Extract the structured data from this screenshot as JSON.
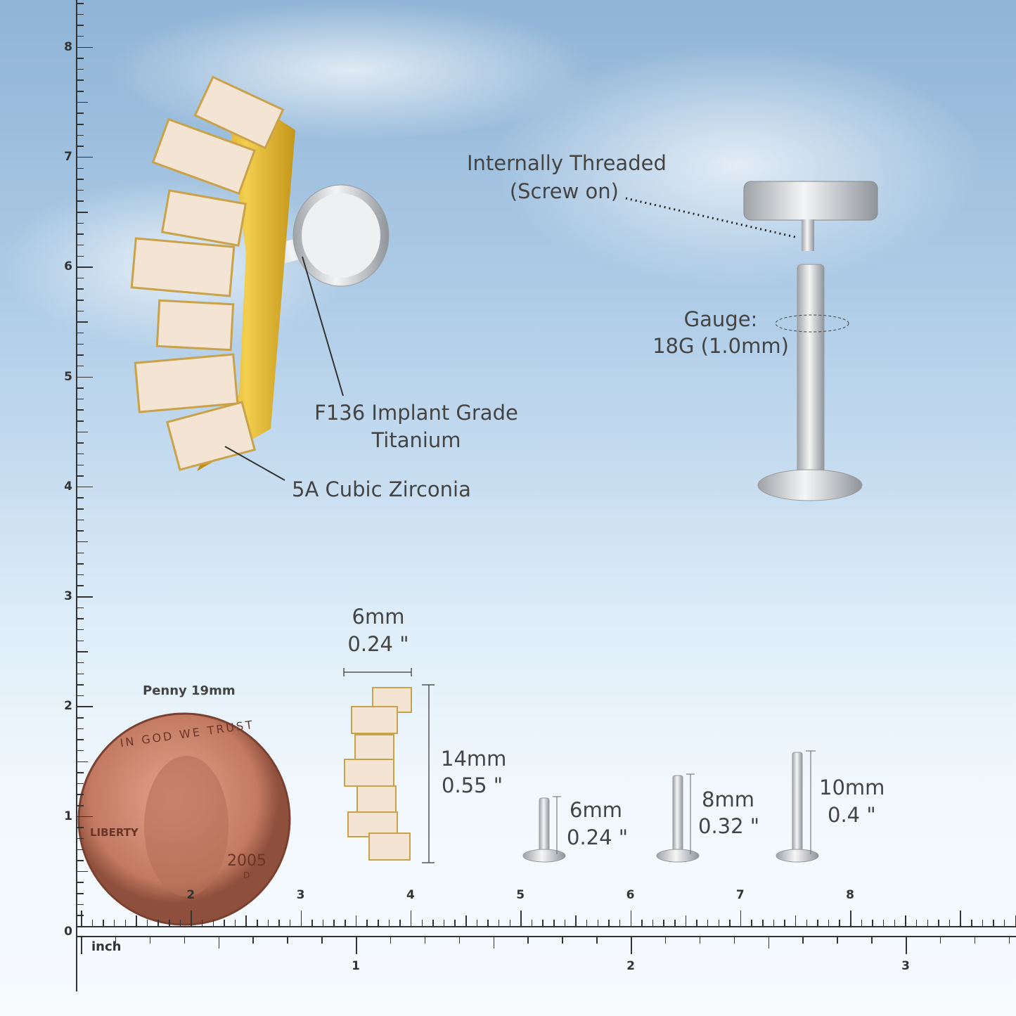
{
  "labels": {
    "threaded_line1": "Internally Threaded",
    "threaded_line2": "(Screw on)",
    "gauge_line1": "Gauge:",
    "gauge_line2": "18G (1.0mm)",
    "titanium_line1": "F136 Implant Grade",
    "titanium_line2": "Titanium",
    "zirconia": "5A Cubic Zirconia",
    "penny": "Penny 19mm",
    "penny_text_top": "IN GOD WE TRUST",
    "penny_liberty": "LIBERTY",
    "penny_year": "2005",
    "penny_mint": "D"
  },
  "dimensions": {
    "width_mm": "6mm",
    "width_in": "0.24 \"",
    "height_mm": "14mm",
    "height_in": "0.55 \"",
    "posts": [
      {
        "mm": "6mm",
        "in": "0.24 \""
      },
      {
        "mm": "8mm",
        "in": "0.32 \""
      },
      {
        "mm": "10mm",
        "in": "0.4 \""
      }
    ]
  },
  "ruler": {
    "cm_labels": [
      "0",
      "1",
      "2",
      "3",
      "4",
      "5",
      "6",
      "7",
      "8"
    ],
    "inch_unit": "inch",
    "inch_labels": [
      "1",
      "2",
      "3"
    ]
  },
  "colors": {
    "gold": "#d6a91c",
    "silver": "#c9ccd0",
    "copper": "#c9826a"
  }
}
